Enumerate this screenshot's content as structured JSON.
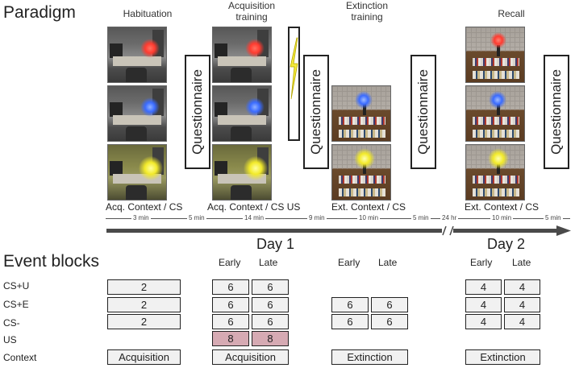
{
  "headings": {
    "paradigm": "Paradigm",
    "event_blocks": "Event blocks"
  },
  "phases": {
    "habituation": "Habituation",
    "acquisition": "Acquisition training",
    "extinction": "Extinction training",
    "recall": "Recall"
  },
  "questionnaire": "Questionnaire",
  "contexts": {
    "habituation": "Acq. Context / CS",
    "acquisition": "Acq. Context / CS US",
    "extinction": "Ext. Context / CS",
    "recall": "Ext. Context / CS"
  },
  "durations": {
    "d1": "3 min",
    "d2": "5 min",
    "d3": "14 min",
    "d4": "9 min",
    "d5": "10 min",
    "d6": "5 min",
    "d7": "24 hr",
    "d8": "10 min",
    "d9": "5 min"
  },
  "days": {
    "day1": "Day 1",
    "day2": "Day 2"
  },
  "columns": {
    "early": "Early",
    "late": "Late"
  },
  "rows": {
    "csu": "CS+U",
    "cse": "CS+E",
    "csm": "CS-",
    "us": "US",
    "context": "Context"
  },
  "blocks": {
    "hab_csu": "2",
    "hab_cse": "2",
    "hab_csm": "2",
    "hab_ctx": "Acquisition",
    "acq_csu_e": "6",
    "acq_csu_l": "6",
    "acq_cse_e": "6",
    "acq_cse_l": "6",
    "acq_csm_e": "6",
    "acq_csm_l": "6",
    "acq_us_e": "8",
    "acq_us_l": "8",
    "acq_ctx": "Acquisition",
    "ext_cse_e": "6",
    "ext_cse_l": "6",
    "ext_csm_e": "6",
    "ext_csm_l": "6",
    "ext_ctx": "Extinction",
    "rec_csu_e": "4",
    "rec_csu_l": "4",
    "rec_cse_e": "4",
    "rec_cse_l": "4",
    "rec_csm_e": "4",
    "rec_csm_l": "4",
    "rec_ctx": "Extinction"
  },
  "cue_colors": {
    "red": "#ff3b30",
    "blue": "#3a6bff",
    "yellow": "#f2ea2a",
    "us_fill": "#d6aab3",
    "shock": "#f3ea3a"
  }
}
